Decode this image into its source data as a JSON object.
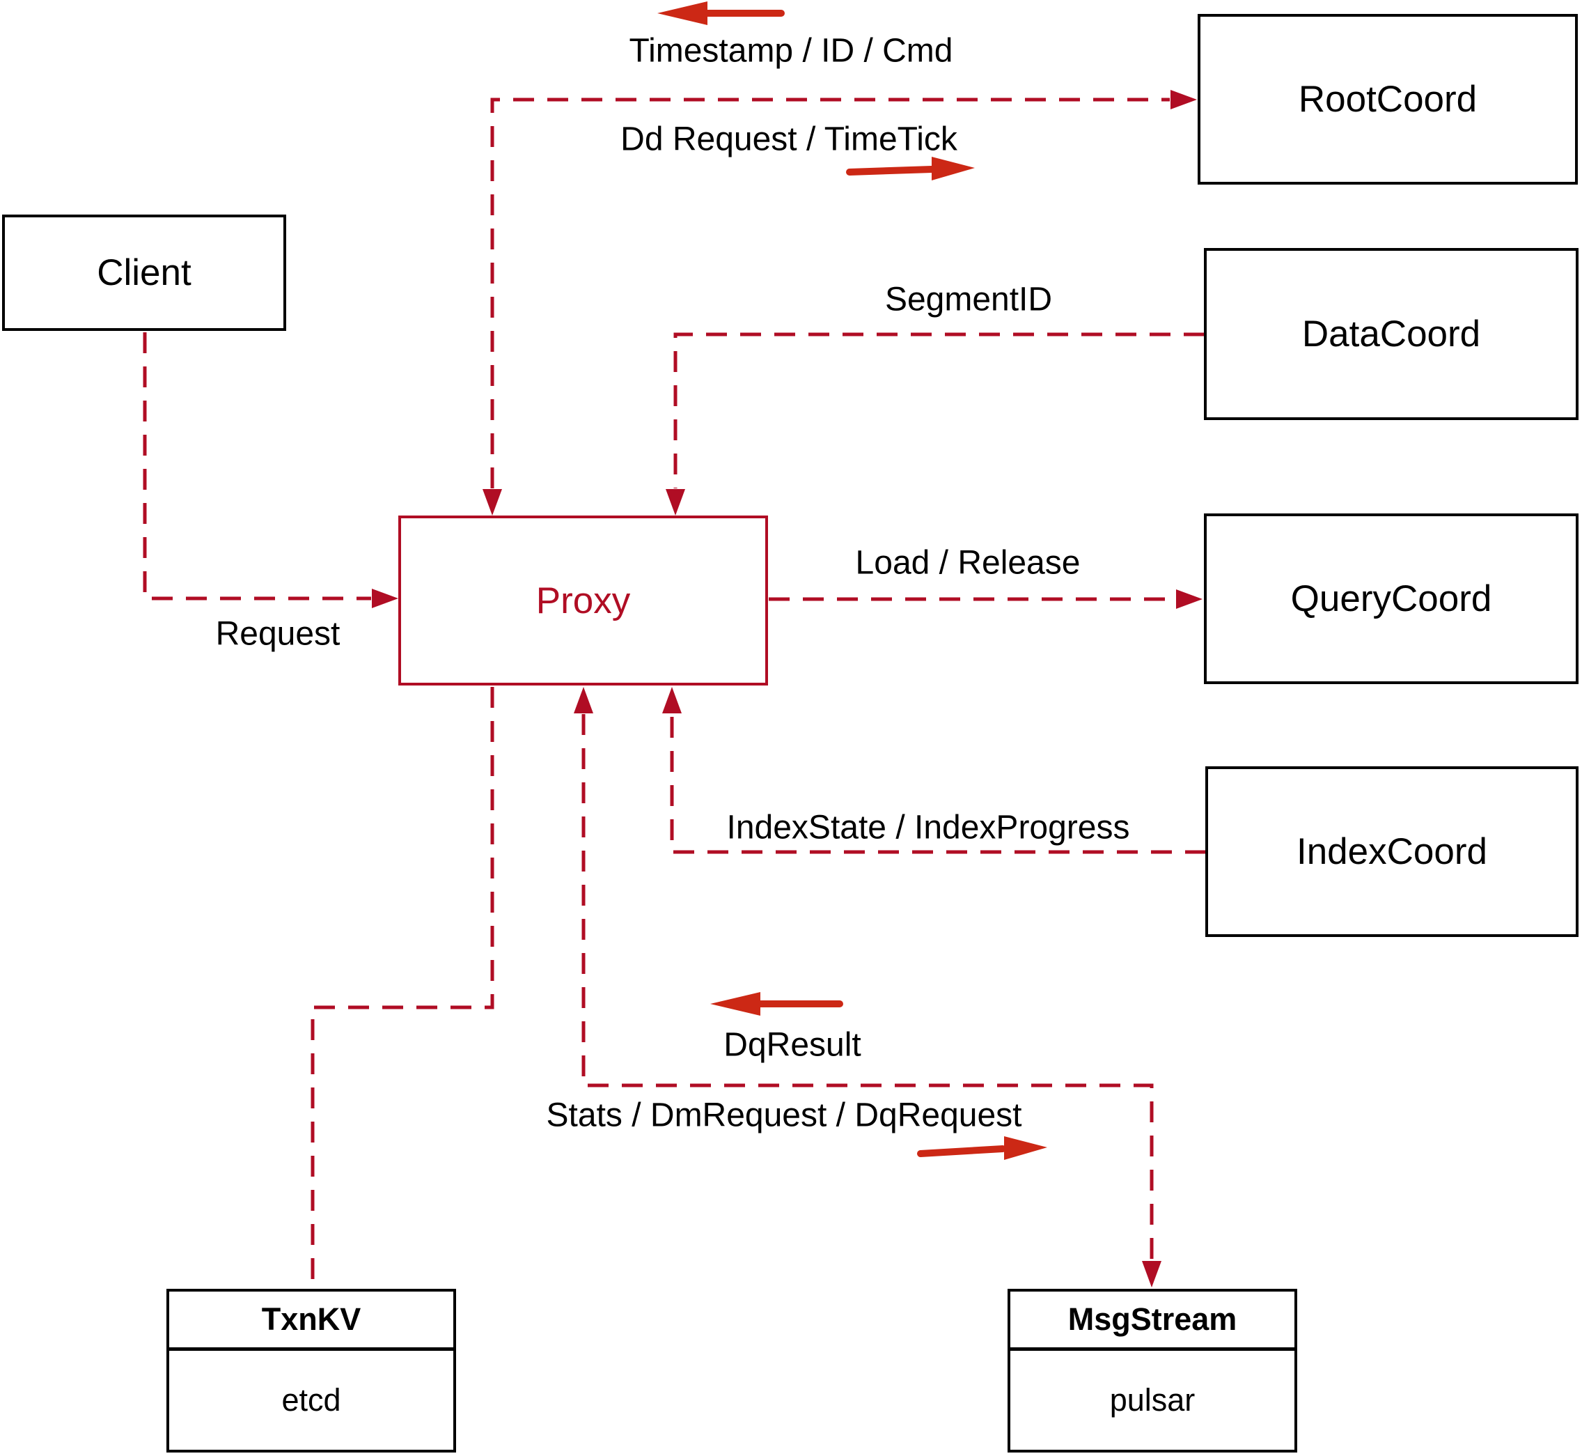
{
  "diagram": {
    "nodes": {
      "client": {
        "label": "Client"
      },
      "proxy": {
        "label": "Proxy"
      },
      "rootcoord": {
        "label": "RootCoord"
      },
      "datacoord": {
        "label": "DataCoord"
      },
      "querycoord": {
        "label": "QueryCoord"
      },
      "indexcoord": {
        "label": "IndexCoord"
      },
      "txnkv": {
        "title": "TxnKV",
        "subtitle": "etcd"
      },
      "msgstream": {
        "title": "MsgStream",
        "subtitle": "pulsar"
      }
    },
    "edges": [
      {
        "from": "RootCoord",
        "to": "Proxy",
        "bidirectional": true,
        "label_to_proxy": "Timestamp / ID / Cmd",
        "label_to_rootcoord": "Dd Request / TimeTick"
      },
      {
        "from": "DataCoord",
        "to": "Proxy",
        "label": "SegmentID"
      },
      {
        "from": "Client",
        "to": "Proxy",
        "label": "Request"
      },
      {
        "from": "Proxy",
        "to": "QueryCoord",
        "label": "Load / Release"
      },
      {
        "from": "IndexCoord",
        "to": "Proxy",
        "label": "IndexState / IndexProgress"
      },
      {
        "from": "MsgStream",
        "to": "Proxy",
        "bidirectional": true,
        "label_to_proxy": "DqResult",
        "label_to_msgstream": "Stats / DmRequest / DqRequest"
      },
      {
        "from": "Proxy",
        "to": "TxnKV"
      }
    ],
    "colors": {
      "connector": "#b00d24",
      "annotation_arrow": "#cc2815",
      "node_border": "#000000",
      "node_background": "#ffffff",
      "text": "#000000",
      "background": "#ffffff"
    }
  }
}
